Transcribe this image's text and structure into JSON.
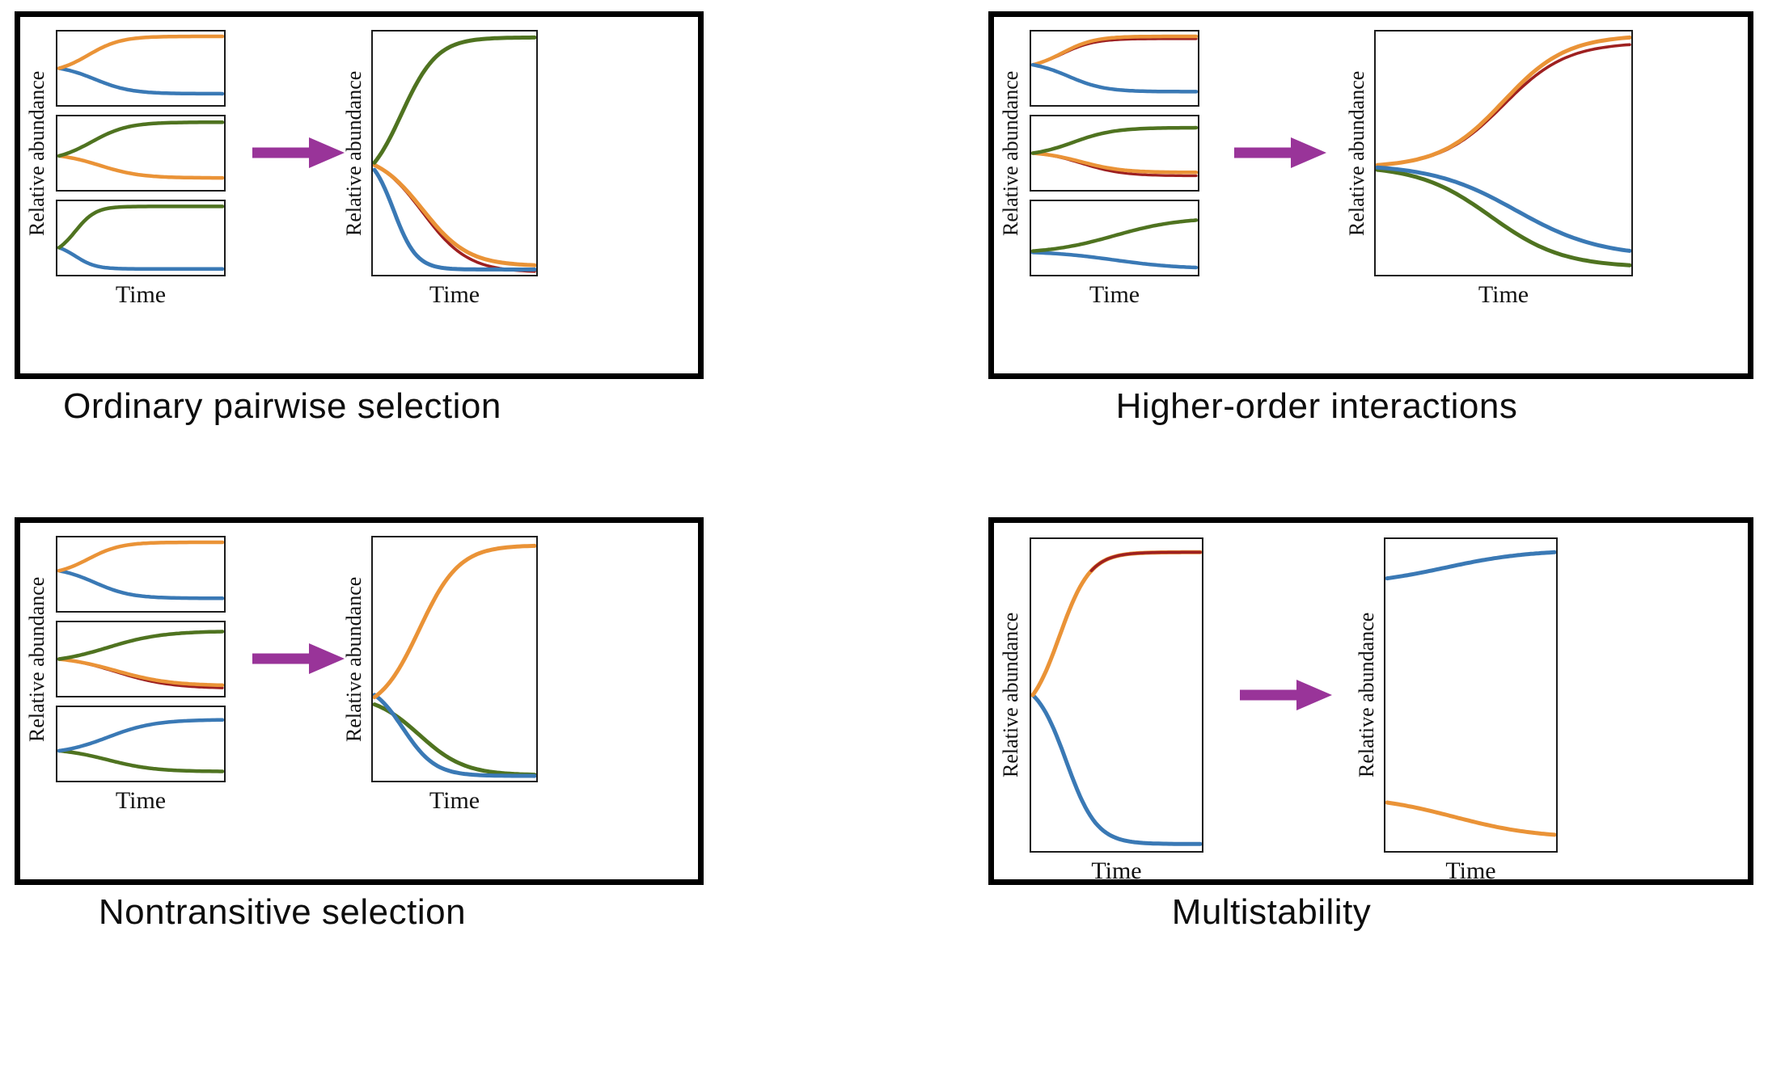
{
  "colors": {
    "orange": "#ea9337",
    "blue": "#3a79b5",
    "green": "#4f7320",
    "red": "#9e2020",
    "purple": "#993499",
    "axis": "#1c1c1c"
  },
  "labels": {
    "y_axis": "Relative abundance",
    "x_axis": "Time"
  },
  "panels": [
    {
      "caption": "Ordinary pairwise selection",
      "small_plots": [
        {
          "lines": [
            {
              "color": "blue",
              "y0": 0.5,
              "y1": 0.13,
              "m": 0.22,
              "k": 9
            },
            {
              "color": "orange",
              "y0": 0.5,
              "y1": 0.965,
              "m": 0.18,
              "k": 10
            }
          ]
        },
        {
          "lines": [
            {
              "color": "orange",
              "y0": 0.46,
              "y1": 0.14,
              "m": 0.25,
              "k": 8
            },
            {
              "color": "green",
              "y0": 0.46,
              "y1": 0.95,
              "m": 0.2,
              "k": 9
            }
          ]
        },
        {
          "lines": [
            {
              "color": "blue",
              "y0": 0.36,
              "y1": 0.05,
              "m": 0.1,
              "k": 16
            },
            {
              "color": "green",
              "y0": 0.36,
              "y1": 0.96,
              "m": 0.1,
              "k": 16
            }
          ]
        }
      ],
      "large_plot": {
        "lines": [
          {
            "color": "red",
            "y0": 0.45,
            "y1": 0.004,
            "m": 0.3,
            "k": 7,
            "thin": true
          },
          {
            "color": "orange",
            "y0": 0.45,
            "y1": 0.03,
            "m": 0.3,
            "k": 7
          },
          {
            "color": "blue",
            "y0": 0.43,
            "y1": 0.012,
            "m": 0.12,
            "k": 14
          },
          {
            "color": "green",
            "y0": 0.46,
            "y1": 0.985,
            "m": 0.17,
            "k": 9
          }
        ]
      }
    },
    {
      "caption": "Higher-order interactions",
      "small_plots": [
        {
          "lines": [
            {
              "color": "red",
              "y0": 0.55,
              "y1": 0.93,
              "m": 0.18,
              "k": 10,
              "thin": true
            },
            {
              "color": "orange",
              "y0": 0.55,
              "y1": 0.965,
              "m": 0.18,
              "k": 10
            },
            {
              "color": "blue",
              "y0": 0.55,
              "y1": 0.16,
              "m": 0.22,
              "k": 9
            }
          ]
        },
        {
          "lines": [
            {
              "color": "red",
              "y0": 0.5,
              "y1": 0.17,
              "m": 0.3,
              "k": 8,
              "thin": true
            },
            {
              "color": "orange",
              "y0": 0.5,
              "y1": 0.22,
              "m": 0.3,
              "k": 8
            },
            {
              "color": "green",
              "y0": 0.5,
              "y1": 0.87,
              "m": 0.25,
              "k": 8
            }
          ]
        },
        {
          "lines": [
            {
              "color": "blue",
              "y0": 0.29,
              "y1": 0.07,
              "m": 0.5,
              "k": 5
            },
            {
              "color": "green",
              "y0": 0.31,
              "y1": 0.76,
              "m": 0.5,
              "k": 5
            }
          ]
        }
      ],
      "large_plot": {
        "lines": [
          {
            "color": "red",
            "y0": 0.45,
            "y1": 0.955,
            "m": 0.5,
            "k": 8,
            "thin": true
          },
          {
            "color": "orange",
            "y0": 0.45,
            "y1": 0.985,
            "m": 0.5,
            "k": 8
          },
          {
            "color": "green",
            "y0": 0.43,
            "y1": 0.03,
            "m": 0.45,
            "k": 7
          },
          {
            "color": "blue",
            "y0": 0.44,
            "y1": 0.09,
            "m": 0.55,
            "k": 6
          }
        ]
      }
    },
    {
      "caption": "Nontransitive selection",
      "small_plots": [
        {
          "lines": [
            {
              "color": "blue",
              "y0": 0.55,
              "y1": 0.15,
              "m": 0.22,
              "k": 9
            },
            {
              "color": "orange",
              "y0": 0.55,
              "y1": 0.965,
              "m": 0.18,
              "k": 10
            }
          ]
        },
        {
          "lines": [
            {
              "color": "red",
              "y0": 0.5,
              "y1": 0.08,
              "m": 0.35,
              "k": 6,
              "thin": true
            },
            {
              "color": "orange",
              "y0": 0.5,
              "y1": 0.12,
              "m": 0.35,
              "k": 6
            },
            {
              "color": "green",
              "y0": 0.5,
              "y1": 0.9,
              "m": 0.3,
              "k": 6
            }
          ]
        },
        {
          "lines": [
            {
              "color": "green",
              "y0": 0.4,
              "y1": 0.1,
              "m": 0.3,
              "k": 7
            },
            {
              "color": "blue",
              "y0": 0.4,
              "y1": 0.85,
              "m": 0.3,
              "k": 7
            }
          ]
        }
      ],
      "large_plot": {
        "lines": [
          {
            "color": "green",
            "y0": 0.31,
            "y1": 0.015,
            "m": 0.28,
            "k": 7
          },
          {
            "color": "blue",
            "y0": 0.35,
            "y1": 0.01,
            "m": 0.18,
            "k": 10
          },
          {
            "color": "orange",
            "y0": 0.34,
            "y1": 0.975,
            "m": 0.28,
            "k": 8
          }
        ]
      }
    },
    {
      "caption": "Multistability",
      "left_plot": {
        "lines": [
          {
            "color": "blue",
            "y0": 0.5,
            "y1": 0.015,
            "m": 0.2,
            "k": 11
          },
          {
            "color": "orange",
            "y0": 0.5,
            "y1": 0.965,
            "m": 0.16,
            "k": 11
          },
          {
            "color": "red",
            "y0": 0.5,
            "y1": 0.965,
            "m": 0.16,
            "k": 11,
            "thin": true,
            "t0": 0.35
          }
        ]
      },
      "right_plot": {
        "lines": [
          {
            "color": "orange",
            "y0": 0.15,
            "y1": 0.045,
            "m": 0.4,
            "k": 4
          },
          {
            "color": "blue",
            "y0": 0.88,
            "y1": 0.965,
            "m": 0.35,
            "k": 4
          }
        ]
      }
    }
  ]
}
